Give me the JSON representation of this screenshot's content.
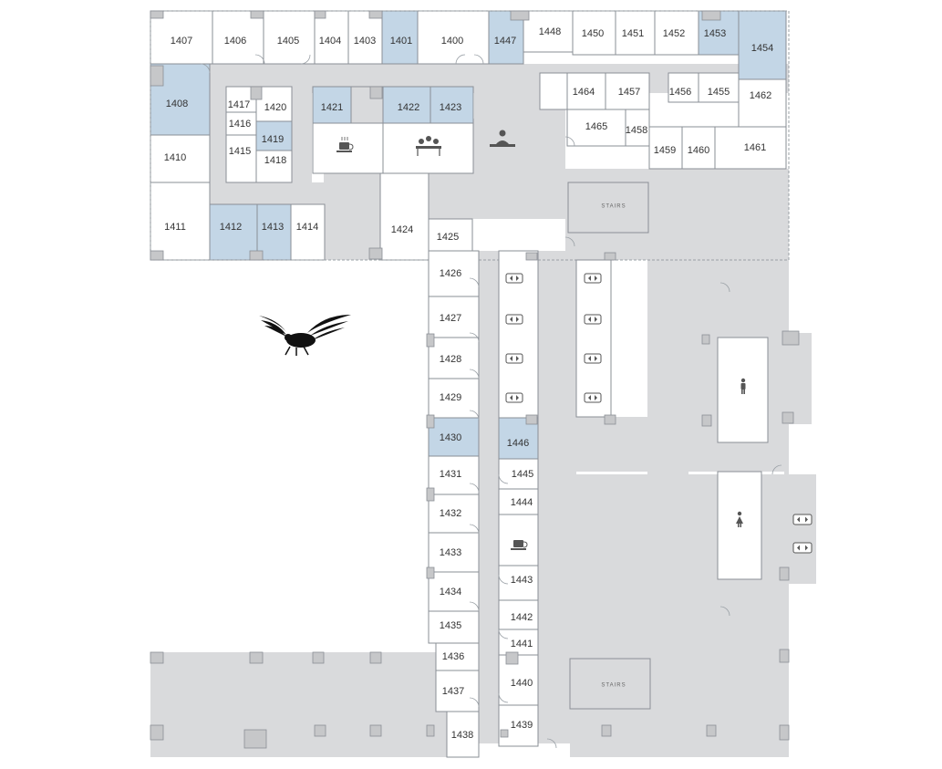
{
  "rooms": {
    "r1407": "1407",
    "r1406": "1406",
    "r1405": "1405",
    "r1404": "1404",
    "r1403": "1403",
    "r1401": "1401",
    "r1400": "1400",
    "r1447": "1447",
    "r1448": "1448",
    "r1450": "1450",
    "r1451": "1451",
    "r1452": "1452",
    "r1453": "1453",
    "r1454": "1454",
    "r1408": "1408",
    "r1410": "1410",
    "r1411": "1411",
    "r1412": "1412",
    "r1413": "1413",
    "r1414": "1414",
    "r1415": "1415",
    "r1416": "1416",
    "r1417": "1417",
    "r1418": "1418",
    "r1419": "1419",
    "r1420": "1420",
    "r1421": "1421",
    "r1422": "1422",
    "r1423": "1423",
    "r1424": "1424",
    "r1425": "1425",
    "r1426": "1426",
    "r1427": "1427",
    "r1428": "1428",
    "r1429": "1429",
    "r1430": "1430",
    "r1431": "1431",
    "r1432": "1432",
    "r1433": "1433",
    "r1434": "1434",
    "r1435": "1435",
    "r1436": "1436",
    "r1437": "1437",
    "r1438": "1438",
    "r1439": "1439",
    "r1440": "1440",
    "r1441": "1441",
    "r1442": "1442",
    "r1443": "1443",
    "r1444": "1444",
    "r1445": "1445",
    "r1446": "1446",
    "r1455": "1455",
    "r1456": "1456",
    "r1457": "1457",
    "r1458": "1458",
    "r1459": "1459",
    "r1460": "1460",
    "r1461": "1461",
    "r1462": "1462",
    "r1464": "1464",
    "r1465": "1465"
  },
  "stairs": [
    "STAIRS",
    "STAIRS"
  ],
  "icons": {
    "coffee": "coffee-icon",
    "conference": "conference-icon",
    "reception": "reception-icon",
    "eagle": "eagle-logo",
    "restroom_men": "restroom-men-icon",
    "restroom_women": "restroom-women-icon",
    "elevator": "elevator-icon"
  },
  "colors": {
    "highlight": "#c3d6e6",
    "corridor": "#d9dadc",
    "room": "#ffffff",
    "wall": "#8a8f96"
  }
}
